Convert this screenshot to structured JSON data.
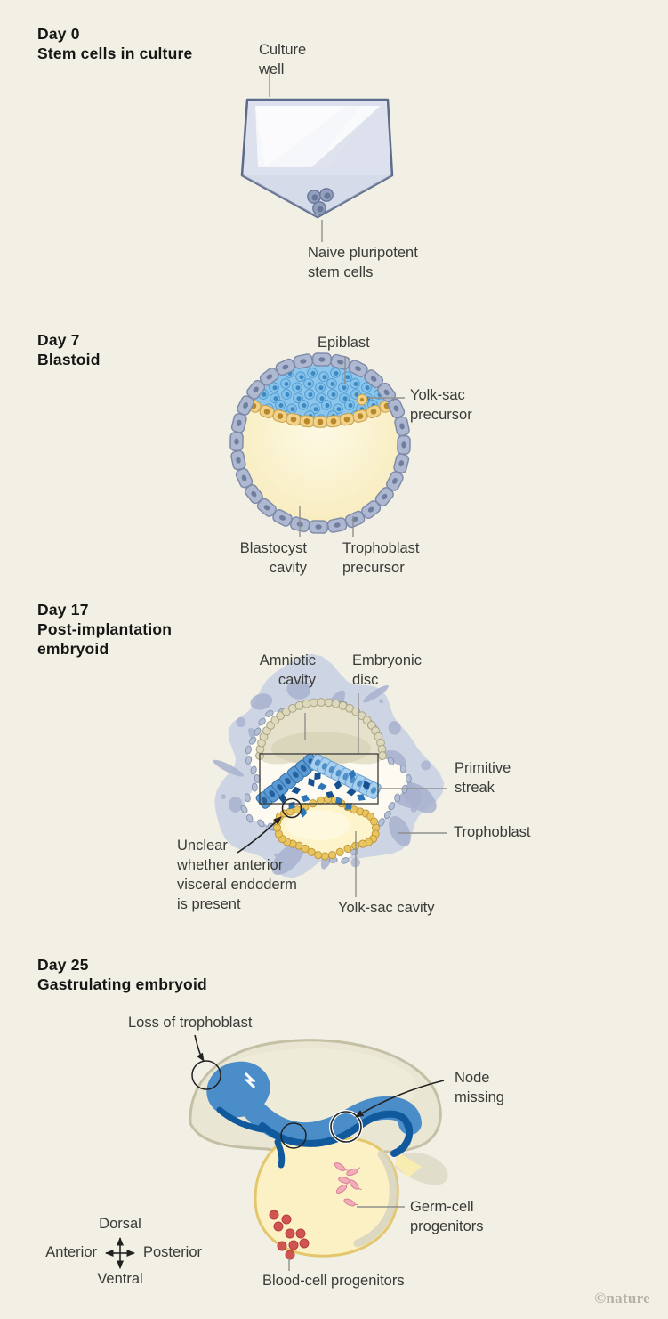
{
  "figure": {
    "credit": "©nature"
  },
  "panels": [
    {
      "id": "day0",
      "title": "Day 0\nStem cells in culture",
      "labels": {
        "culture_well": "Culture\nwell",
        "naive_stem_cells": "Naive pluripotent\nstem cells"
      }
    },
    {
      "id": "day7",
      "title": "Day 7\nBlastoid",
      "labels": {
        "epiblast": "Epiblast",
        "yolk_sac_precursor": "Yolk-sac\nprecursor",
        "blastocyst_cavity": "Blastocyst\ncavity",
        "trophoblast_precursor": "Trophoblast\nprecursor"
      }
    },
    {
      "id": "day17",
      "title": "Day 17\nPost-implantation\nembryoid",
      "labels": {
        "amniotic_cavity": "Amniotic\ncavity",
        "embryonic_disc": "Embryonic\ndisc",
        "primitive_streak": "Primitive\nstreak",
        "trophoblast": "Trophoblast",
        "unclear_ave": "Unclear\nwhether anterior\nvisceral endoderm\nis present",
        "yolk_sac_cavity": "Yolk-sac cavity"
      }
    },
    {
      "id": "day25",
      "title": "Day 25\nGastrulating embryoid",
      "labels": {
        "loss_of_trophoblast": "Loss of trophoblast",
        "node_missing": "Node\nmissing",
        "germ_cell_progenitors": "Germ-cell\nprogenitors",
        "blood_cell_progenitors": "Blood-cell progenitors",
        "axes": {
          "dorsal": "Dorsal",
          "ventral": "Ventral",
          "anterior": "Anterior",
          "posterior": "Posterior"
        }
      }
    }
  ],
  "colors": {
    "background": "#f2efe4",
    "title_ink": "#161614",
    "label_ink": "#3a3a38",
    "leader": "#90908c",
    "annotation": "#222222",
    "credit": "#b5b2a7",
    "well": {
      "outline": "#5c6b8c",
      "body": "#dce1ed",
      "glass": "#f5f7fb",
      "shade": "#c9d0e1",
      "cell": "#93a0bd",
      "cell_nucleus": "#68779a"
    },
    "blastoid": {
      "cavity_center": "#fdf9e3",
      "cavity_edge": "#f8ecbe",
      "troph_cell": "#aeb9d1",
      "troph_stroke": "#7c89a8",
      "troph_nucleus": "#6f7e9e",
      "epiblast": "#8dc6ed",
      "epiblast_cell": "#86c2ea",
      "epiblast_stroke": "#4f9bd1",
      "epiblast_nucleus": "#3d89c2",
      "hypoblast": "#f1d28b",
      "hypoblast_stroke": "#c9a046",
      "hypoblast_nucleus": "#b8882a"
    },
    "embryoid17": {
      "outer": "#cdd5e4",
      "splotch": "#a7b2ce",
      "inner": "#fcfaf1",
      "chain": "#b6c0d5",
      "chain_stroke": "#8492b1",
      "amnion": "#e5e1cb",
      "amnion_shade": "#d7d3b9",
      "amnion_cell": "#ded9bd",
      "amnion_cell_stroke": "#a9a482",
      "disc_dark": "#5b9ad2",
      "disc_dark_stroke": "#336fa9",
      "disc_dark_nucleus": "#25619f",
      "disc_light": "#a7cfee",
      "disc_light_stroke": "#679fd2",
      "disc_light_nucleus": "#4e8fc8",
      "streak_a": "#16508f",
      "streak_b": "#2e76b8",
      "yolk": "#fdf4cc",
      "yolk_center": "#fef9e0",
      "yolk_cell": "#e9c560",
      "yolk_cell_stroke": "#bd9333",
      "box": "#3a3a3a"
    },
    "embryoid25": {
      "dome": "#e9e6d4",
      "dome_stroke": "#c3c0a5",
      "dome_highlight": "#efecdb",
      "blue": "#4a8dc8",
      "blue_dark": "#11599d",
      "sac": "#fbf1c4",
      "sac_stroke": "#e4c76c",
      "sac_shade": "#d6d3c2",
      "sac_wedge": "#f9ecb0",
      "tail": "#e0ddca",
      "blood": "#d25452",
      "blood_stroke": "#b23f3f",
      "germ": "#f3acb8",
      "germ_stroke": "#d8809a"
    }
  }
}
